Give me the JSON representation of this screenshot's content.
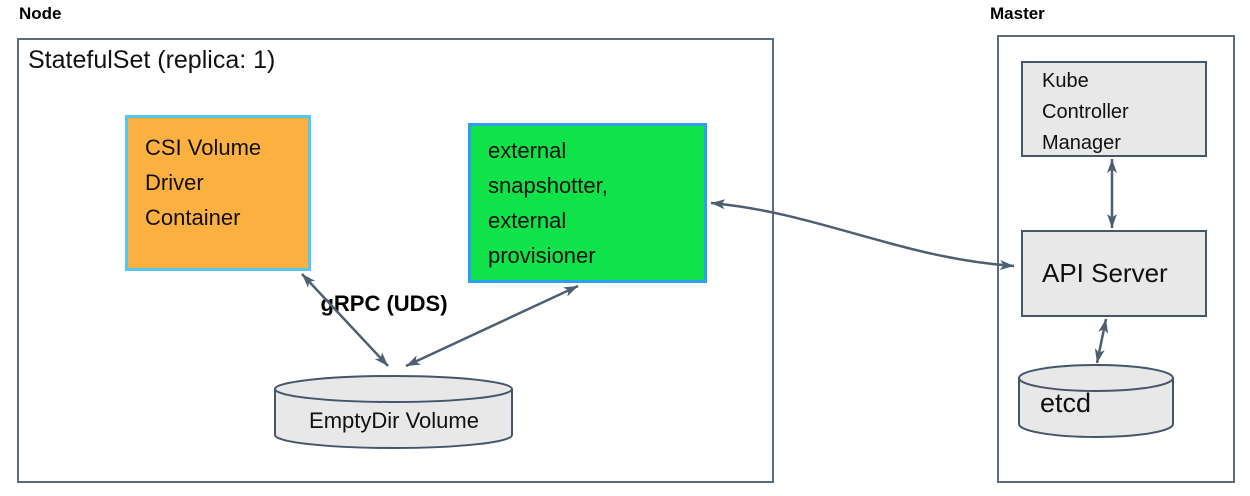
{
  "node": {
    "title": "Node",
    "statefulset_label": "StatefulSet (replica: 1)",
    "csi_driver_box": "CSI Volume Driver Container",
    "sidecar_box": "external snapshotter, external provisioner",
    "grpc_label": "gRPC (UDS)",
    "emptydir_label": "EmptyDir Volume"
  },
  "master": {
    "title": "Master",
    "kcm_box": "Kube Controller Manager",
    "api_server_box": "API Server",
    "etcd_label": "etcd"
  },
  "colors": {
    "csi_fill": "#fcb040",
    "csi_border": "#56c7f2",
    "sidecar_fill": "#10e24a",
    "sidecar_border": "#2e9ff1",
    "gray_fill": "#e8e8e8",
    "box_border": "#44566a",
    "boundary_border": "#5a6b7c",
    "arrow": "#4d5f70",
    "text": "#101010"
  }
}
